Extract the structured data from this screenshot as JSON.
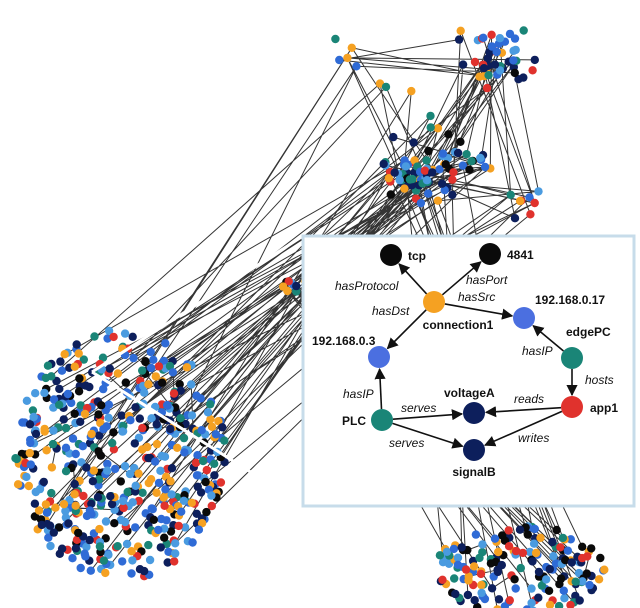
{
  "colors": {
    "edge": "#111111",
    "zoom_frame": "#c7dcea",
    "palette": {
      "black": "#0a0a0a",
      "navy": "#0d1f5c",
      "blue": "#2f6bd6",
      "lightblue": "#4a9be0",
      "teal": "#1a8577",
      "orange": "#f5a122",
      "red": "#e0322d",
      "indigo": "#4b6fe0"
    }
  },
  "inset": {
    "nodes": [
      {
        "id": "tcp",
        "label": "tcp",
        "color": "black"
      },
      {
        "id": "4841",
        "label": "4841",
        "color": "black"
      },
      {
        "id": "connection1",
        "label": "connection1",
        "color": "orange"
      },
      {
        "id": "ip17",
        "label": "192.168.0.17",
        "color": "indigo"
      },
      {
        "id": "edgePC",
        "label": "edgePC",
        "color": "teal"
      },
      {
        "id": "ip3",
        "label": "192.168.0.3",
        "color": "indigo"
      },
      {
        "id": "app1",
        "label": "app1",
        "color": "red"
      },
      {
        "id": "PLC",
        "label": "PLC",
        "color": "teal"
      },
      {
        "id": "voltageA",
        "label": "voltageA",
        "color": "navy"
      },
      {
        "id": "signalB",
        "label": "signalB",
        "color": "navy"
      }
    ],
    "edges": [
      {
        "from": "connection1",
        "to": "tcp",
        "label": "hasProtocol"
      },
      {
        "from": "connection1",
        "to": "4841",
        "label": "hasPort"
      },
      {
        "from": "connection1",
        "to": "ip17",
        "label": "hasSrc"
      },
      {
        "from": "connection1",
        "to": "ip3",
        "label": "hasDst"
      },
      {
        "from": "edgePC",
        "to": "ip17",
        "label": "hasIP"
      },
      {
        "from": "edgePC",
        "to": "app1",
        "label": "hosts"
      },
      {
        "from": "PLC",
        "to": "ip3",
        "label": "hasIP"
      },
      {
        "from": "PLC",
        "to": "voltageA",
        "label": "serves"
      },
      {
        "from": "PLC",
        "to": "signalB",
        "label": "serves"
      },
      {
        "from": "app1",
        "to": "voltageA",
        "label": "reads"
      },
      {
        "from": "app1",
        "to": "signalB",
        "label": "writes"
      }
    ]
  }
}
